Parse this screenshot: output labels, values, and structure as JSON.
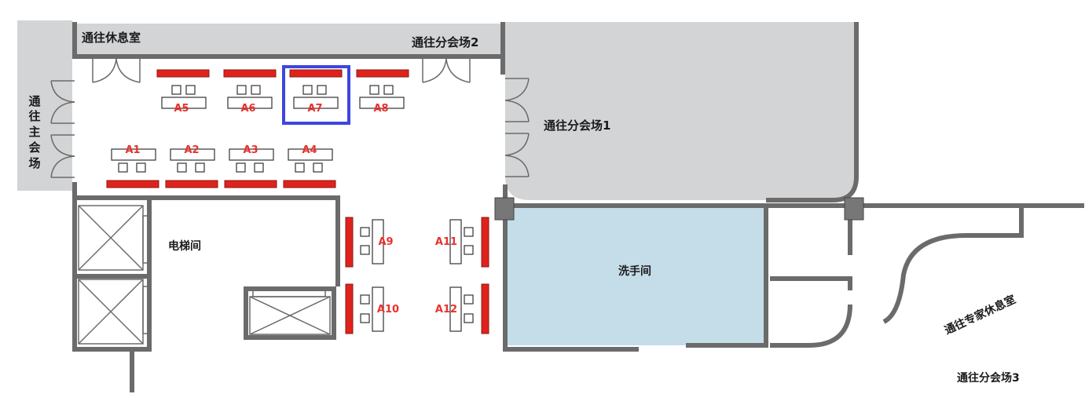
{
  "labels": {
    "lounge": "通往休息室",
    "branch2": "通往分会场2",
    "branch1": "通往分会场1",
    "main_hall": [
      "通",
      "往",
      "主",
      "会",
      "场"
    ],
    "elevator": "电梯间",
    "restroom": "洗手间",
    "expert_lounge": "通往专家休息室",
    "branch3": "通往分会场3"
  },
  "booths": {
    "A1": "A1",
    "A2": "A2",
    "A3": "A3",
    "A4": "A4",
    "A5": "A5",
    "A6": "A6",
    "A7": "A7",
    "A8": "A8",
    "A9": "A9",
    "A10": "A10",
    "A11": "A11",
    "A12": "A12"
  },
  "highlighted_booth": "A7",
  "colors": {
    "wall": "#6b6b6b",
    "gray_area": "#d3d4d6",
    "restroom": "#c5dde9",
    "banner": "#e0221d",
    "booth_text": "#e8322e",
    "highlight": "#3d47e0"
  }
}
